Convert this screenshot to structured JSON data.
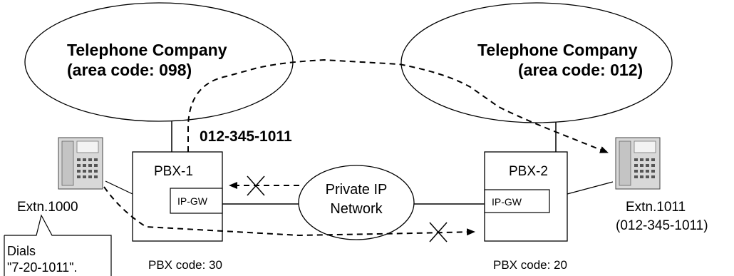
{
  "telco_left": {
    "line1": "Telephone Company",
    "line2": "(area code: 098)"
  },
  "telco_right": {
    "line1": "Telephone Company",
    "line2": "(area code: 012)"
  },
  "dialed_number": "012-345-1011",
  "pbx1": {
    "label": "PBX-1",
    "gateway": "IP-GW",
    "code": "PBX code: 30"
  },
  "pbx2": {
    "label": "PBX-2",
    "gateway": "IP-GW",
    "code": "PBX code: 20"
  },
  "network": {
    "line1": "Private IP",
    "line2": "Network"
  },
  "ext_left": {
    "label": "Extn.1000"
  },
  "ext_right": {
    "label": "Extn.1011",
    "number": "(012-345-1011)"
  },
  "callout": {
    "line1": "Dials",
    "line2": "\"7-20-1011\"."
  },
  "icons": {
    "phone": "telephone-icon",
    "blocked": "cross-mark-icon",
    "arrow": "arrowhead-icon"
  },
  "colors": {
    "stroke": "#000000",
    "background": "#ffffff",
    "phone_body": "#d8d8d8"
  }
}
